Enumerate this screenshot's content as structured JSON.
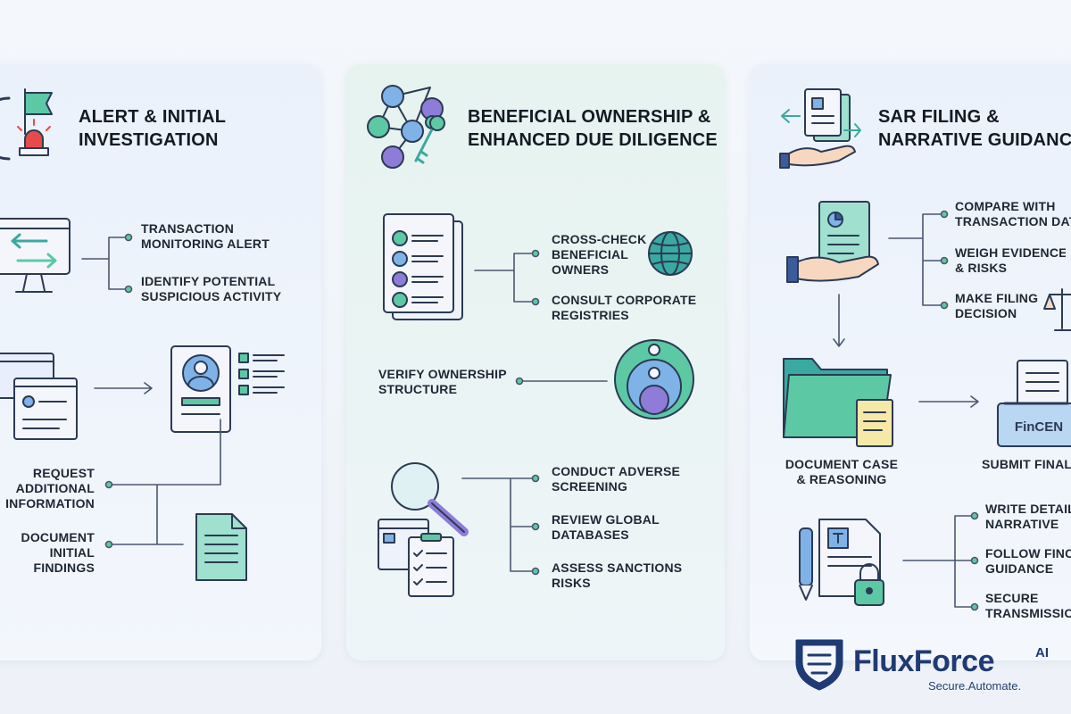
{
  "colors": {
    "outline": "#2b3a55",
    "green": "#5cc8a4",
    "teal": "#3aa9a0",
    "blue": "#7fb3e8",
    "purple": "#8e7cd8",
    "red": "#e84a4a",
    "paper": "#f4f6fb",
    "brand": "#1f3b73"
  },
  "sections": [
    {
      "title_lines": [
        "ALERT & INITIAL",
        "INVESTIGATION"
      ],
      "steps": [
        {
          "lines": [
            "TRANSACTION",
            "MONITORING ALERT"
          ]
        },
        {
          "lines": [
            "IDENTIFY POTENTIAL",
            "SUSPICIOUS ACTIVITY"
          ]
        },
        {
          "lines": [
            "REQUEST",
            "ADDITIONAL",
            "INFORMATION"
          ]
        },
        {
          "lines": [
            "DOCUMENT",
            "INITIAL",
            "FINDINGS"
          ]
        }
      ]
    },
    {
      "title_lines": [
        "BENEFICIAL OWNERSHIP &",
        "ENHANCED DUE DILIGENCE"
      ],
      "steps": [
        {
          "lines": [
            "CROSS-CHECK",
            "BENEFICIAL",
            "OWNERS"
          ]
        },
        {
          "lines": [
            "CONSULT CORPORATE",
            "REGISTRIES"
          ]
        },
        {
          "lines": [
            "VERIFY OWNERSHIP",
            "STRUCTURE"
          ]
        },
        {
          "lines": [
            "CONDUCT ADVERSE",
            "SCREENING"
          ]
        },
        {
          "lines": [
            "REVIEW GLOBAL",
            "DATABASES"
          ]
        },
        {
          "lines": [
            "ASSESS SANCTIONS",
            "RISKS"
          ]
        }
      ]
    },
    {
      "title_lines": [
        "SAR FILING &",
        "NARRATIVE GUIDANCE"
      ],
      "steps": [
        {
          "lines": [
            "COMPARE WITH",
            "TRANSACTION DATA"
          ]
        },
        {
          "lines": [
            "WEIGH EVIDENCE",
            "& RISKS"
          ]
        },
        {
          "lines": [
            "MAKE FILING",
            "DECISION"
          ]
        },
        {
          "lines": [
            "DOCUMENT CASE",
            "& REASONING"
          ]
        },
        {
          "lines": [
            "SUBMIT FINAL"
          ]
        },
        {
          "lines": [
            "WRITE DETAILED",
            "NARRATIVE"
          ]
        },
        {
          "lines": [
            "FOLLOW FINCEN",
            "GUIDANCE"
          ]
        },
        {
          "lines": [
            "SECURE",
            "TRANSMISSION"
          ]
        }
      ],
      "fincen_label": "FinCEN"
    }
  ],
  "brand": {
    "name": "FluxForce",
    "suffix": "AI",
    "tagline": "Secure.Automate."
  }
}
